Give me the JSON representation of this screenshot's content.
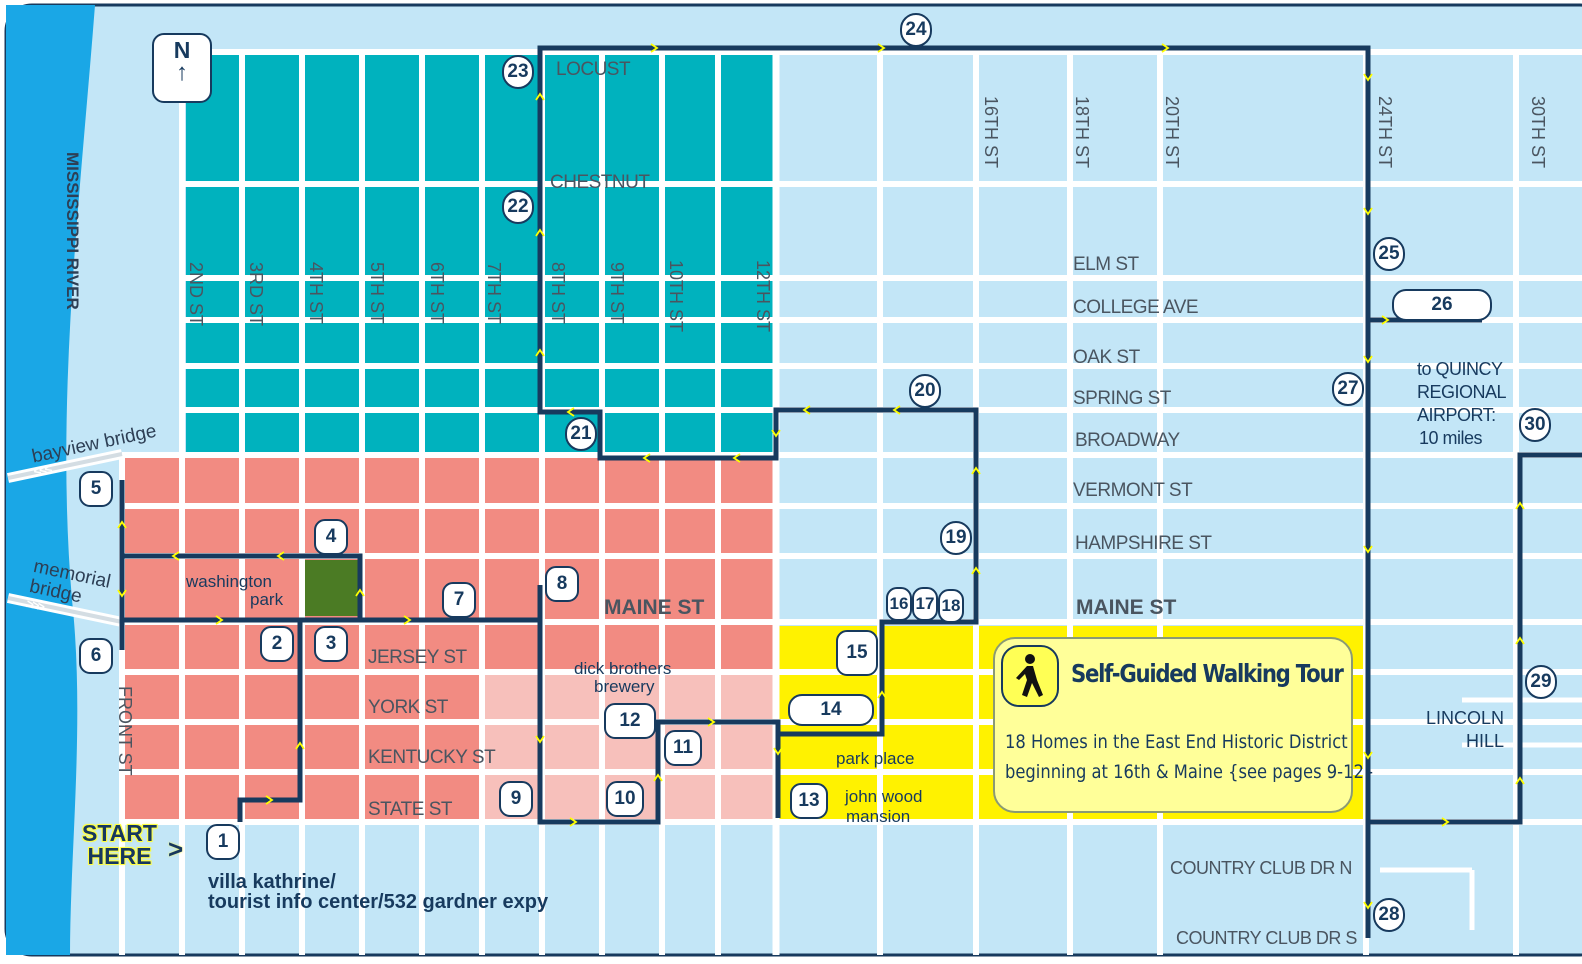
{
  "map": {
    "compass": {
      "letter": "N",
      "arrow": "↑"
    },
    "water_label": "MISSISSIPPI RIVER",
    "bridges": [
      {
        "name": "bayview bridge",
        "chevrons": "<<<"
      },
      {
        "name": "memorial",
        "name2": "bridge",
        "chevrons": ">>>"
      }
    ],
    "vertical_streets": [
      "2ND ST",
      "3RD ST",
      "4TH ST",
      "5TH ST",
      "6TH ST",
      "7TH ST",
      "8TH ST",
      "9TH ST",
      "10TH ST",
      "12TH ST",
      "16TH ST",
      "18TH ST",
      "20TH ST",
      "24TH ST",
      "30TH ST",
      "FRONT ST"
    ],
    "horizontal_streets": {
      "locust": "LOCUST",
      "chestnut": "CHESTNUT",
      "elm": "ELM ST",
      "college": "COLLEGE AVE",
      "oak": "OAK ST",
      "spring": "SPRING ST",
      "broadway": "BROADWAY",
      "vermont": "VERMONT ST",
      "hampshire": "HAMPSHIRE ST",
      "maine_west": "MAINE ST",
      "maine_east": "MAINE ST",
      "jersey": "JERSEY ST",
      "york": "YORK ST",
      "kentucky": "KENTUCKY ST",
      "state": "STATE ST",
      "country_n": "COUNTRY CLUB DR N",
      "country_s": "COUNTRY CLUB DR S"
    },
    "places": {
      "washington_park_1": "washington",
      "washington_park_2": "park",
      "brewery_1": "dick brothers",
      "brewery_2": "brewery",
      "park_place": "park place",
      "mansion_1": "john wood",
      "mansion_2": "mansion",
      "airport_1": "to QUINCY",
      "airport_2": "REGIONAL",
      "airport_3": "AIRPORT:",
      "airport_4": "10 miles",
      "lincoln_1": "LINCOLN",
      "lincoln_2": "HILL"
    },
    "start": {
      "line1": "START",
      "line2": "HERE",
      "arrow": ">"
    },
    "villa": {
      "line1": "villa kathrine/",
      "line2": "tourist info center/532 gardner expy"
    },
    "tour_box": {
      "title": "Self-Guided Walking Tour",
      "line1": "18 Homes in the East End Historic District",
      "line2": "beginning at 16th & Maine {see pages 9-12}"
    },
    "stops": [
      "1",
      "2",
      "3",
      "4",
      "5",
      "6",
      "7",
      "8",
      "9",
      "10",
      "11",
      "12",
      "13",
      "14",
      "15",
      "16",
      "17",
      "18",
      "19",
      "20",
      "21",
      "22",
      "23",
      "24",
      "25",
      "26",
      "27",
      "28",
      "29",
      "30"
    ],
    "colors": {
      "water": "#1aa7e6",
      "land": "#c3e6f7",
      "teal_district": "#00b2be",
      "salmon_district": "#f28b82",
      "pink_district": "#f7c0bb",
      "east_end": "#fff200",
      "park": "#4b7b24",
      "route": "#173a5e",
      "route_arrow": "#ffff00"
    }
  }
}
